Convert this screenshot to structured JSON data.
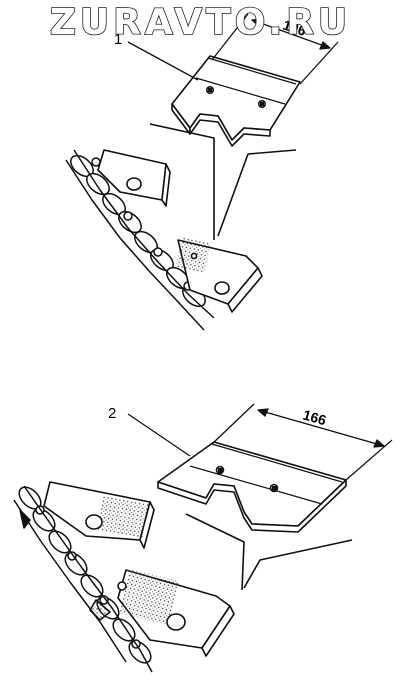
{
  "watermark": {
    "text": "ZURAVTO.RU"
  },
  "figure": {
    "callout_1": {
      "number": "1",
      "dimension": "106"
    },
    "callout_2": {
      "number": "2",
      "dimension": "166"
    }
  },
  "colors": {
    "ink": "#111111",
    "fill": "#ffffff",
    "stipple": "#333333"
  }
}
